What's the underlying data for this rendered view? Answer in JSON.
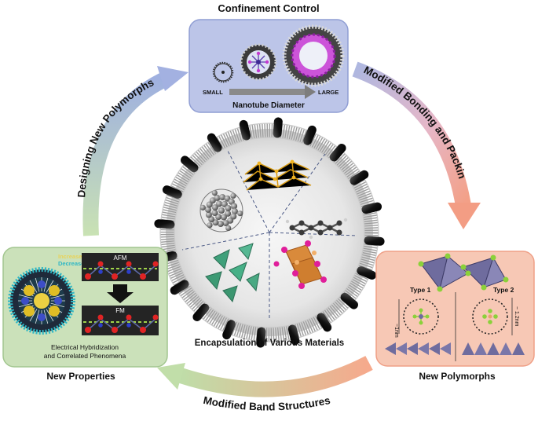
{
  "top_panel": {
    "title": "Confinement Control",
    "small_label": "SMALL",
    "large_label": "LARGE",
    "axis_label": "Nanotube Diameter",
    "colors": {
      "bg": "#b9c3e6",
      "border": "#8e9cd2"
    }
  },
  "center": {
    "caption": "Encapsulation of Various Materials",
    "colors": {
      "bg_inner": "#f2f2f2",
      "bg_outer": "#cfcfcf",
      "tube_cap": "#141414"
    }
  },
  "left_panel": {
    "title": "New Properties",
    "increase_label": "Increase",
    "decrease_label": "Decrease",
    "afm_label": "AFM",
    "fm_label": "FM",
    "caption_line1": "Electrical Hybridization",
    "caption_line2": "and Correlated Phenomena",
    "colors": {
      "bg": "#c9dfb8",
      "border": "#9fc48b",
      "increase": "#e8d35a",
      "decrease": "#37b9c2"
    }
  },
  "right_panel": {
    "title": "New Polymorphs",
    "type1_label": "Type 1",
    "type2_label": "Type 2",
    "dim1_label": "~1nm",
    "dim2_label": "~ 1.2nm",
    "colors": {
      "bg": "#f6c7b4",
      "border": "#ee9f86",
      "polyhedra": "#6f6c9e",
      "atoms": "#8bd13a"
    }
  },
  "arrows": {
    "top_right": "Modified Bonding and Packing",
    "left": "Designing New Polymorphs",
    "bottom": "Modified Band Structures"
  }
}
